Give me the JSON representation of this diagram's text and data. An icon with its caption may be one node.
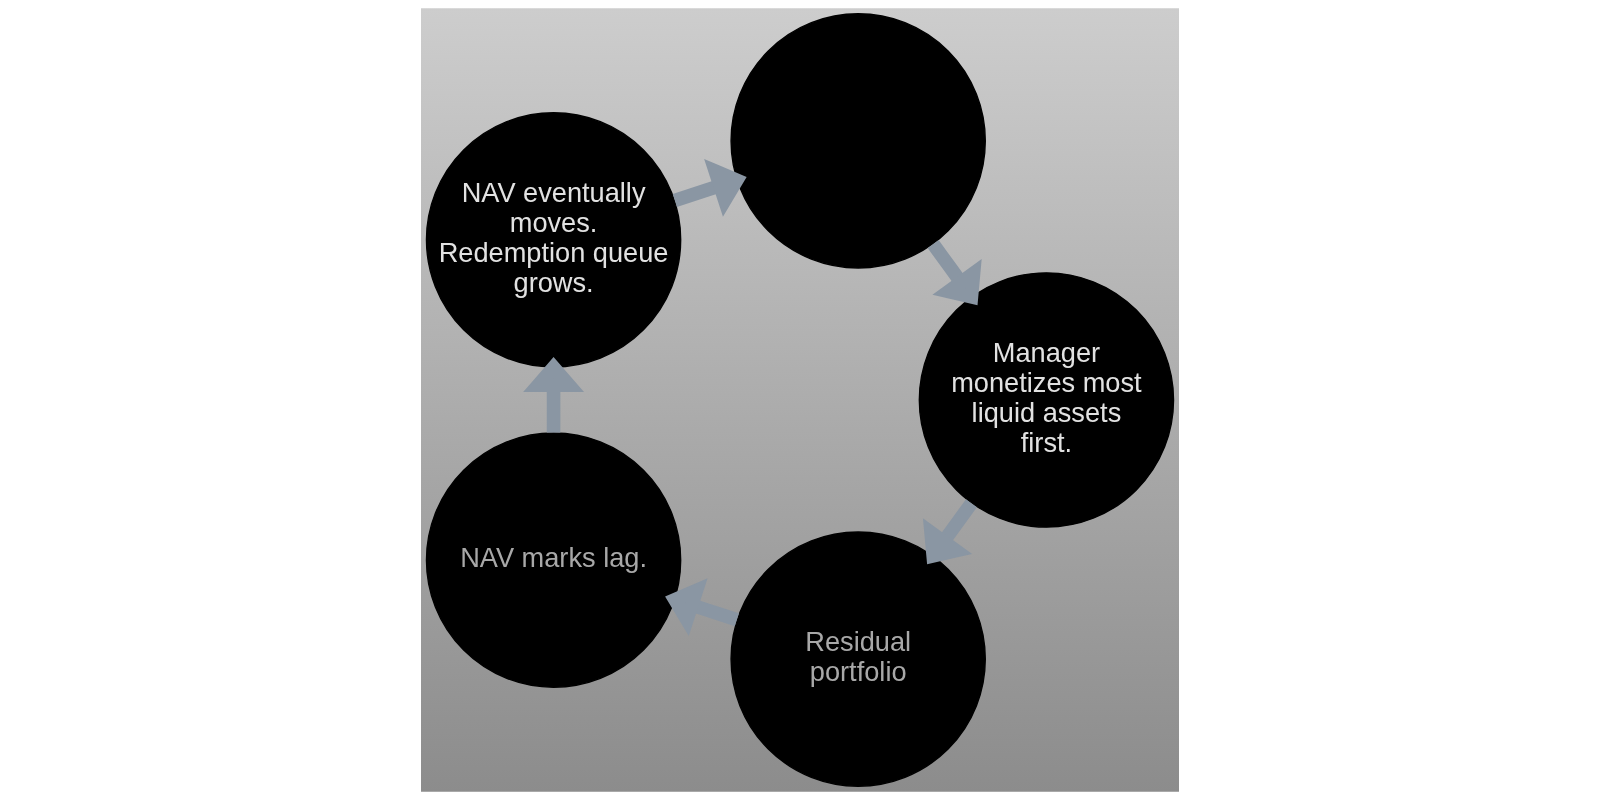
{
  "diagram": {
    "nodes": [
      {
        "text": [],
        "shape": "circle"
      },
      {
        "text": [
          "Manager monetizes most liquid assets first."
        ]
      },
      {
        "text": [
          "Residual portfolio"
        ]
      },
      {
        "text": [
          "NAV marks lag."
        ]
      },
      {
        "text": [
          "NAV eventually moves. Redemption queue grows."
        ]
      }
    ],
    "edges": [
      {
        "from": 0,
        "to": 1,
        "arrow": "to"
      },
      {
        "from": 1,
        "to": 2,
        "arrow": "to"
      },
      {
        "from": 2,
        "to": 3,
        "arrow": "to"
      },
      {
        "from": 3,
        "to": 4,
        "arrow": "to"
      },
      {
        "from": 4,
        "to": 0,
        "arrow": "to"
      }
    ]
  }
}
